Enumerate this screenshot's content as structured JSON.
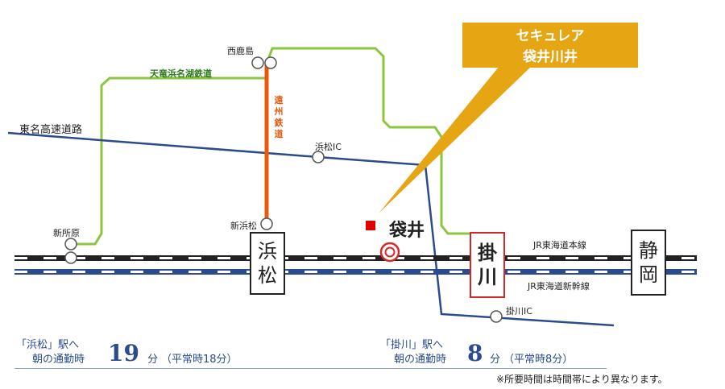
{
  "callout": {
    "line1": "セキュレア",
    "line2": "袋井川井"
  },
  "stations": {
    "nishikajima": "西鹿島",
    "shinhamamatsu": "新浜松",
    "shinjohara": "新所原",
    "hamamatsu": [
      "浜",
      "松"
    ],
    "kakegawa": [
      "掛",
      "川"
    ],
    "shizuoka": [
      "静",
      "岡"
    ],
    "fukuroi": "袋井"
  },
  "lines": {
    "tenhama": "天竜浜名湖鉄道",
    "enshu": "遠州鉄道",
    "tomei": "東名高速道路",
    "jr_main": "JR東海道本線",
    "jr_shinkansen": "JR東海道新幹線"
  },
  "interchanges": {
    "hamamatsu_ic": "浜松IC",
    "kakegawa_ic": "掛川IC"
  },
  "access": {
    "hamamatsu": {
      "to": "「浜松」駅へ",
      "label": "朝の通勤時",
      "minutes": "19",
      "unit": "分",
      "normal": "（平常時18分）"
    },
    "kakegawa": {
      "to": "「掛川」駅へ",
      "label": "朝の通勤時",
      "minutes": "8",
      "unit": "分",
      "normal": "（平常時8分）"
    }
  },
  "note": "※所要時間は時間帯により異なります。",
  "colors": {
    "green": "#8cc63f",
    "orange": "#e8590c",
    "blue": "#2a4b8d",
    "gold": "#e6a512",
    "red": "#d62828"
  }
}
